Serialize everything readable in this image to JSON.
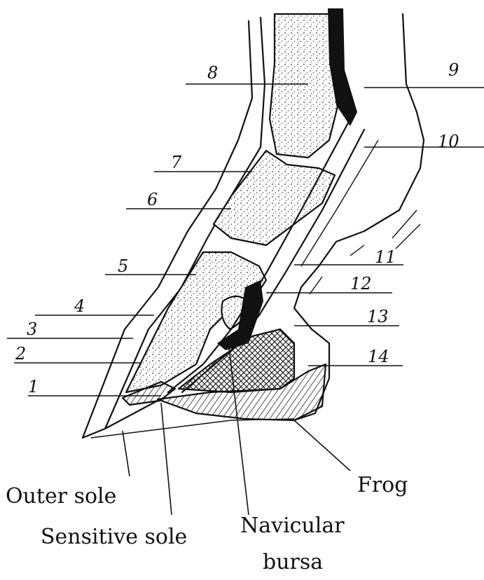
{
  "numbered_labels": [
    "1",
    "2",
    "3",
    "4",
    "5",
    "6",
    "7",
    "8",
    "9",
    "10",
    "11",
    "12",
    "13",
    "14"
  ],
  "captions": {
    "outer_sole": "Outer sole",
    "sensitive_sole": "Sensitive sole",
    "navicular": "Navicular",
    "bursa": "bursa",
    "frog": "Frog"
  }
}
